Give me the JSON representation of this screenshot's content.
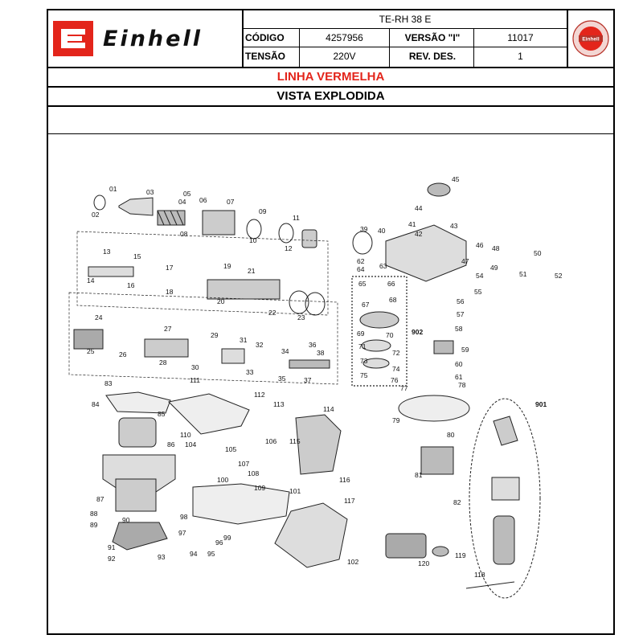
{
  "header": {
    "brand": "Einhell",
    "model": "TE-RH 38 E",
    "codigo_label": "CÓDIGO",
    "codigo_value": "4257956",
    "versao_label": "VERSÃO \"I\"",
    "versao_value": "11017",
    "tensao_label": "TENSÃO",
    "tensao_value": "220V",
    "rev_label": "REV. DES.",
    "rev_value": "1",
    "seal_text": "Einhell"
  },
  "bands": {
    "line": "LINHA VERMELHA",
    "view": "VISTA EXPLODIDA"
  },
  "colors": {
    "brand_red": "#e3251b",
    "line_black": "#000000"
  },
  "parts": [
    {
      "id": "01"
    },
    {
      "id": "02"
    },
    {
      "id": "03"
    },
    {
      "id": "04"
    },
    {
      "id": "05"
    },
    {
      "id": "06"
    },
    {
      "id": "07"
    },
    {
      "id": "08"
    },
    {
      "id": "09"
    },
    {
      "id": "10"
    },
    {
      "id": "11"
    },
    {
      "id": "12"
    },
    {
      "id": "13"
    },
    {
      "id": "14"
    },
    {
      "id": "15"
    },
    {
      "id": "16"
    },
    {
      "id": "17"
    },
    {
      "id": "18"
    },
    {
      "id": "19"
    },
    {
      "id": "20"
    },
    {
      "id": "21"
    },
    {
      "id": "22"
    },
    {
      "id": "23"
    },
    {
      "id": "24"
    },
    {
      "id": "25"
    },
    {
      "id": "26"
    },
    {
      "id": "27"
    },
    {
      "id": "28"
    },
    {
      "id": "29"
    },
    {
      "id": "30"
    },
    {
      "id": "31"
    },
    {
      "id": "32"
    },
    {
      "id": "33"
    },
    {
      "id": "34"
    },
    {
      "id": "35"
    },
    {
      "id": "36"
    },
    {
      "id": "37"
    },
    {
      "id": "38"
    },
    {
      "id": "39"
    },
    {
      "id": "40"
    },
    {
      "id": "41"
    },
    {
      "id": "42"
    },
    {
      "id": "43"
    },
    {
      "id": "44"
    },
    {
      "id": "45"
    },
    {
      "id": "46"
    },
    {
      "id": "47"
    },
    {
      "id": "48"
    },
    {
      "id": "49"
    },
    {
      "id": "50"
    },
    {
      "id": "51"
    },
    {
      "id": "52"
    },
    {
      "id": "54"
    },
    {
      "id": "55"
    },
    {
      "id": "56"
    },
    {
      "id": "57"
    },
    {
      "id": "58"
    },
    {
      "id": "59"
    },
    {
      "id": "60"
    },
    {
      "id": "61"
    },
    {
      "id": "62"
    },
    {
      "id": "63"
    },
    {
      "id": "64"
    },
    {
      "id": "65"
    },
    {
      "id": "66"
    },
    {
      "id": "67"
    },
    {
      "id": "68"
    },
    {
      "id": "69"
    },
    {
      "id": "70"
    },
    {
      "id": "71"
    },
    {
      "id": "72"
    },
    {
      "id": "73"
    },
    {
      "id": "74"
    },
    {
      "id": "75"
    },
    {
      "id": "76"
    },
    {
      "id": "77"
    },
    {
      "id": "78"
    },
    {
      "id": "79"
    },
    {
      "id": "80"
    },
    {
      "id": "81"
    },
    {
      "id": "82"
    },
    {
      "id": "83"
    },
    {
      "id": "84"
    },
    {
      "id": "85"
    },
    {
      "id": "86"
    },
    {
      "id": "87"
    },
    {
      "id": "88"
    },
    {
      "id": "89"
    },
    {
      "id": "90"
    },
    {
      "id": "91"
    },
    {
      "id": "92"
    },
    {
      "id": "93"
    },
    {
      "id": "94"
    },
    {
      "id": "95"
    },
    {
      "id": "96"
    },
    {
      "id": "97"
    },
    {
      "id": "98"
    },
    {
      "id": "99"
    },
    {
      "id": "100"
    },
    {
      "id": "101"
    },
    {
      "id": "102"
    },
    {
      "id": "104"
    },
    {
      "id": "105"
    },
    {
      "id": "106"
    },
    {
      "id": "107"
    },
    {
      "id": "108"
    },
    {
      "id": "109"
    },
    {
      "id": "110"
    },
    {
      "id": "111"
    },
    {
      "id": "112"
    },
    {
      "id": "113"
    },
    {
      "id": "114"
    },
    {
      "id": "115"
    },
    {
      "id": "116"
    },
    {
      "id": "117"
    },
    {
      "id": "118"
    },
    {
      "id": "119"
    },
    {
      "id": "120"
    },
    {
      "id": "901"
    },
    {
      "id": "902"
    }
  ]
}
